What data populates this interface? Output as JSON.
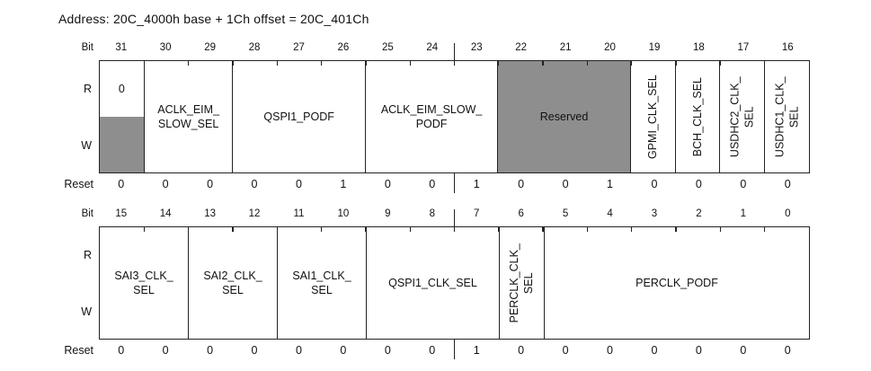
{
  "address_line": "Address: 20C_4000h base + 1Ch offset = 20C_401Ch",
  "labels": {
    "bit": "Bit",
    "read": "R",
    "write": "W",
    "reset": "Reset"
  },
  "colors": {
    "reserved_gray": "#8e8e8e",
    "line": "#222222"
  },
  "registers": [
    {
      "name": "upper-word",
      "bit_numbers": [
        "31",
        "30",
        "29",
        "28",
        "27",
        "26",
        "25",
        "24",
        "23",
        "22",
        "21",
        "20",
        "19",
        "18",
        "17",
        "16"
      ],
      "byte_boundary_after": 8,
      "fields": [
        {
          "id": "bit31-read-zero",
          "label": "0",
          "span": 1,
          "type": "read-zero-write-reserved",
          "orientation": "horizontal"
        },
        {
          "id": "aclk-eim-slow-sel",
          "label": "ACLK_EIM_\nSLOW_SEL",
          "span": 2,
          "type": "normal",
          "orientation": "horizontal"
        },
        {
          "id": "qspi1-podf",
          "label": "QSPI1_PODF",
          "span": 3,
          "type": "normal",
          "orientation": "horizontal"
        },
        {
          "id": "aclk-eim-slow-podf",
          "label": "ACLK_EIM_SLOW_\nPODF",
          "span": 3,
          "type": "normal",
          "orientation": "horizontal"
        },
        {
          "id": "reserved",
          "label": "Reserved",
          "span": 3,
          "type": "reserved",
          "orientation": "horizontal"
        },
        {
          "id": "gpmi-clk-sel",
          "label": "GPMI_CLK_SEL",
          "span": 1,
          "type": "normal",
          "orientation": "vertical"
        },
        {
          "id": "bch-clk-sel",
          "label": "BCH_CLK_SEL",
          "span": 1,
          "type": "normal",
          "orientation": "vertical"
        },
        {
          "id": "usdhc2-clk-sel",
          "label": "USDHC2_CLK_\nSEL",
          "span": 1,
          "type": "normal",
          "orientation": "vertical"
        },
        {
          "id": "usdhc1-clk-sel",
          "label": "USDHC1_CLK_\nSEL",
          "span": 1,
          "type": "normal",
          "orientation": "vertical"
        }
      ],
      "reset_values": [
        "0",
        "0",
        "0",
        "0",
        "0",
        "1",
        "0",
        "0",
        "1",
        "0",
        "0",
        "1",
        "0",
        "0",
        "0",
        "0"
      ]
    },
    {
      "name": "lower-word",
      "bit_numbers": [
        "15",
        "14",
        "13",
        "12",
        "11",
        "10",
        "9",
        "8",
        "7",
        "6",
        "5",
        "4",
        "3",
        "2",
        "1",
        "0"
      ],
      "byte_boundary_after": 8,
      "fields": [
        {
          "id": "sai3-clk-sel",
          "label": "SAI3_CLK_\nSEL",
          "span": 2,
          "type": "normal",
          "orientation": "horizontal"
        },
        {
          "id": "sai2-clk-sel",
          "label": "SAI2_CLK_\nSEL",
          "span": 2,
          "type": "normal",
          "orientation": "horizontal"
        },
        {
          "id": "sai1-clk-sel",
          "label": "SAI1_CLK_\nSEL",
          "span": 2,
          "type": "normal",
          "orientation": "horizontal"
        },
        {
          "id": "qspi1-clk-sel",
          "label": "QSPI1_CLK_SEL",
          "span": 3,
          "type": "normal",
          "orientation": "horizontal"
        },
        {
          "id": "perclk-clk-sel",
          "label": "PERCLK_CLK_\nSEL",
          "span": 1,
          "type": "normal",
          "orientation": "vertical"
        },
        {
          "id": "perclk-podf",
          "label": "PERCLK_PODF",
          "span": 6,
          "type": "normal",
          "orientation": "horizontal"
        }
      ],
      "reset_values": [
        "0",
        "0",
        "0",
        "0",
        "0",
        "0",
        "0",
        "0",
        "1",
        "0",
        "0",
        "0",
        "0",
        "0",
        "0",
        "0"
      ]
    }
  ]
}
